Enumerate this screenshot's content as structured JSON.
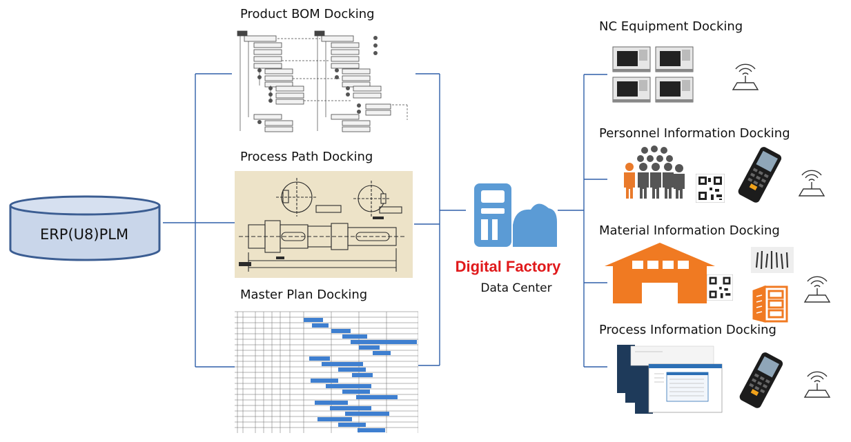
{
  "erp": {
    "label": "ERP(U8)PLM"
  },
  "center": {
    "title": "Digital Factory",
    "subtitle": "Data Center"
  },
  "left_sections": {
    "bom": {
      "title": "Product BOM Docking"
    },
    "process_path": {
      "title": "Process Path Docking"
    },
    "master_plan": {
      "title": "Master Plan Docking"
    }
  },
  "right_sections": {
    "nc": {
      "title": "NC Equipment Docking"
    },
    "personnel": {
      "title": "Personnel Information Docking"
    },
    "material": {
      "title": "Material Information Docking"
    },
    "process_info": {
      "title": "Process Information Docking"
    }
  },
  "colors": {
    "line": "#2e5fa8",
    "cylinder_fill": "#c9d6ea",
    "cylinder_stroke": "#3b5d92",
    "cloud": "#5b9bd5",
    "accent_red": "#e0191b",
    "warehouse": "#f07a22",
    "people_orange": "#e97a2b",
    "people_gray": "#555555",
    "gantt_blue": "#3e7fd0"
  },
  "icons": [
    "database-cylinder-icon",
    "cloud-data-center-icon",
    "cnc-machine-icon",
    "wireless-antenna-icon",
    "qr-code-icon",
    "handheld-scanner-icon",
    "people-group-icon",
    "warehouse-icon",
    "tools-icon",
    "storage-cabinet-icon",
    "software-screens-icon"
  ]
}
